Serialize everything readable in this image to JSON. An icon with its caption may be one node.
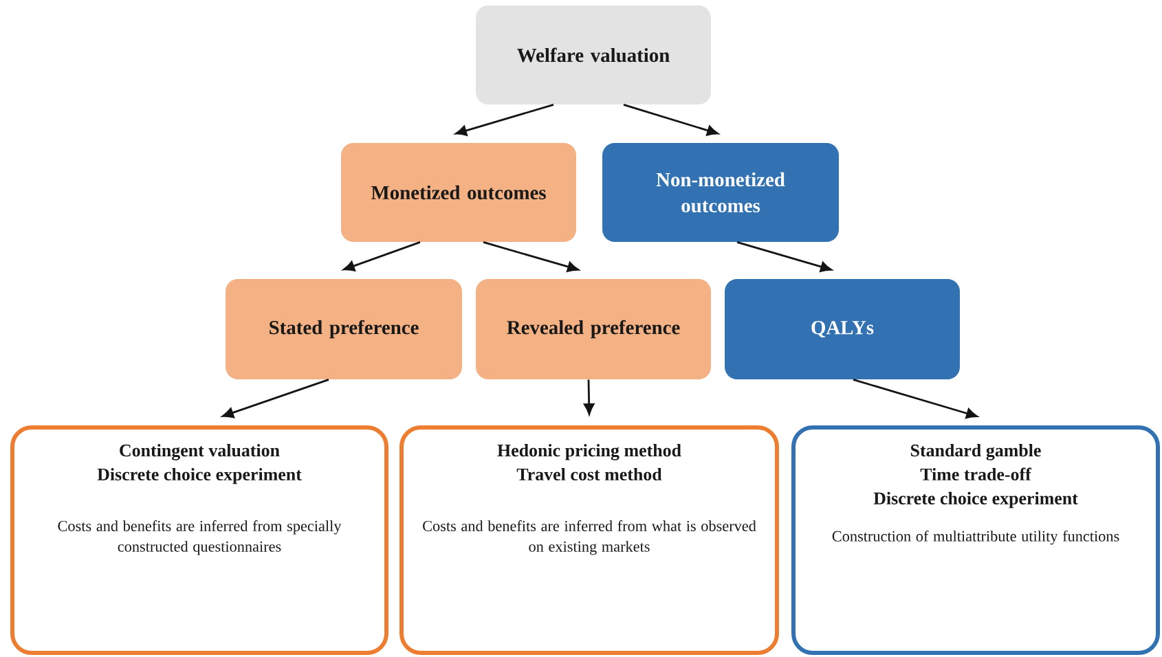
{
  "diagram": {
    "nodes": [
      {
        "text": [
          "Welfare valuation"
        ]
      },
      {
        "text": [
          "Monetized outcomes"
        ]
      },
      {
        "text": [
          "Non-monetized outcomes"
        ]
      },
      {
        "text": [
          "Stated preference"
        ]
      },
      {
        "text": [
          "Revealed preference"
        ]
      },
      {
        "text": [
          "QALYs"
        ]
      },
      {
        "text": [
          "Contingent valuation",
          "Discrete choice experiment",
          "Costs and benefits are inferred from specially constructed questionnaires"
        ]
      },
      {
        "text": [
          "Hedonic pricing method",
          "Travel cost method",
          "Costs and benefits are inferred from what is observed on existing markets"
        ]
      },
      {
        "text": [
          "Standard gamble",
          "Time trade-off",
          "Discrete choice experiment",
          "Construction of multiattribute utility functions"
        ]
      }
    ],
    "edges": [
      {
        "from": 0,
        "to": 1,
        "arrow": "to"
      },
      {
        "from": 0,
        "to": 2,
        "arrow": "to"
      },
      {
        "from": 1,
        "to": 3,
        "arrow": "to"
      },
      {
        "from": 1,
        "to": 4,
        "arrow": "to"
      },
      {
        "from": 2,
        "to": 5,
        "arrow": "to"
      },
      {
        "from": 3,
        "to": 6,
        "arrow": "to"
      },
      {
        "from": 4,
        "to": 7,
        "arrow": "to"
      },
      {
        "from": 5,
        "to": 8,
        "arrow": "to"
      }
    ]
  }
}
